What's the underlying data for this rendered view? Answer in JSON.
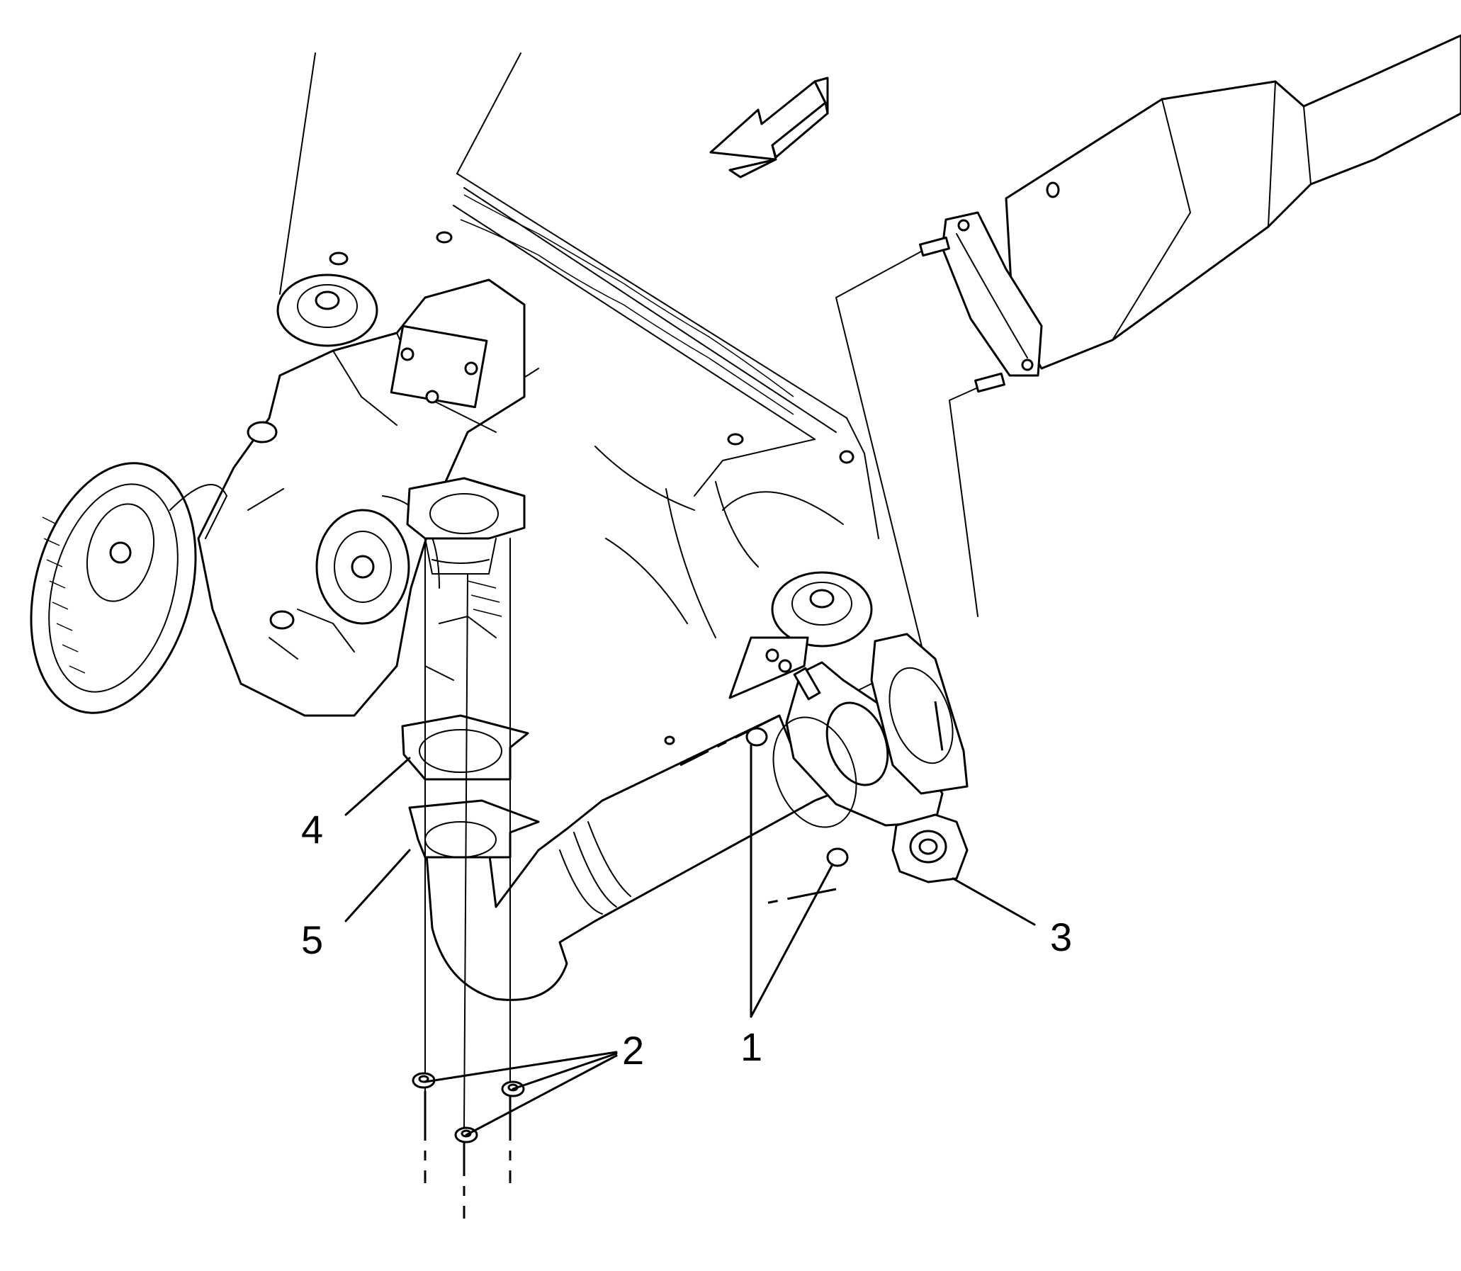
{
  "callouts": {
    "c1": "1",
    "c2": "2",
    "c3": "3",
    "c4": "4",
    "c5": "5"
  },
  "colors": {
    "ink": "#000000",
    "paper": "#ffffff"
  },
  "icons": {
    "direction": "front-direction-arrow-icon"
  }
}
